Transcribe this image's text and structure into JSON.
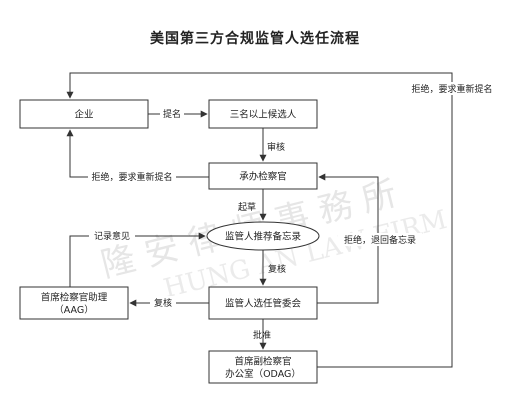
{
  "title": "美国第三方合规监管人选任流程",
  "watermark": {
    "line1": "隆 安 律 师 事 務 所",
    "line2": "HUNG AN LAW FIRM"
  },
  "nodes": {
    "company": "企业",
    "candidates": "三名以上候选人",
    "prosecutor": "承办检察官",
    "memo": "监管人推荐备忘录",
    "aag_line1": "首席检察官助理",
    "aag_line2": "（AAG）",
    "committee": "监管人选任管委会",
    "odag_line1": "首席副检察官",
    "odag_line2": "办公室（ODAG）"
  },
  "edges": {
    "nominate": "提名",
    "review": "审核",
    "reject_company": "拒绝，要求重新提名",
    "draft": "起草",
    "record": "记录意见",
    "recheck": "复核",
    "to_aag": "复核",
    "reject_memo": "拒绝，退回备忘录",
    "approve": "批准",
    "reject_top": "拒绝，要求重新提名"
  }
}
